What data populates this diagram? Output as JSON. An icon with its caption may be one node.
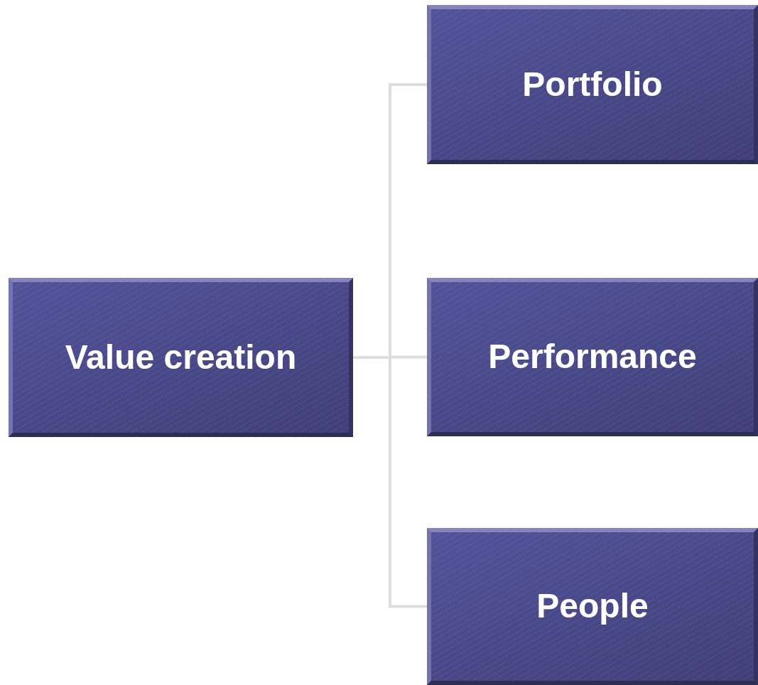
{
  "diagram": {
    "nodes": [
      {
        "text": [
          "Value creation"
        ]
      },
      {
        "text": [
          "Portfolio"
        ]
      },
      {
        "text": [
          "Performance"
        ]
      },
      {
        "text": [
          "People"
        ]
      }
    ],
    "edges": [
      {
        "from": 0,
        "to": 1,
        "arrow": "none"
      },
      {
        "from": 0,
        "to": 2,
        "arrow": "none"
      },
      {
        "from": 0,
        "to": 3,
        "arrow": "none"
      }
    ]
  }
}
